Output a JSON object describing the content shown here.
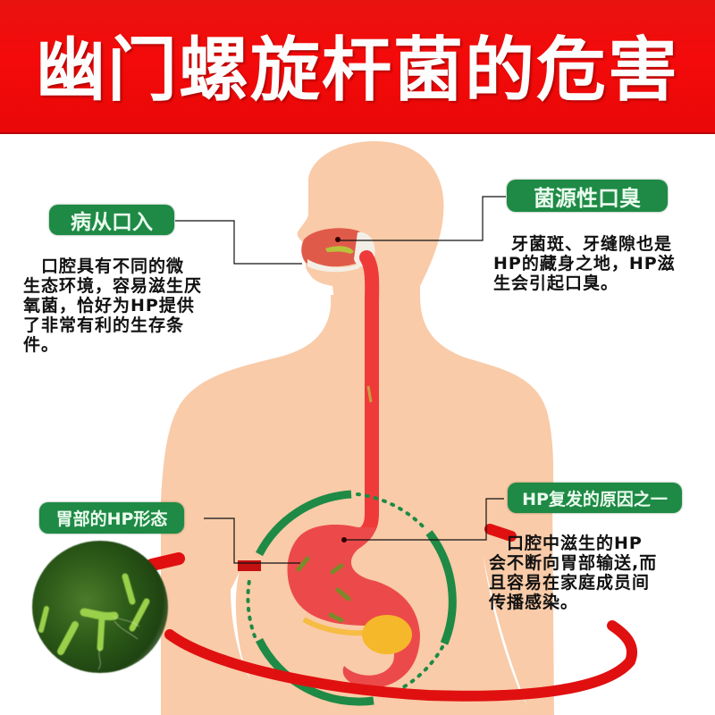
{
  "header": {
    "title": "幽门螺旋杆菌的危害",
    "background": "#f40a0a",
    "text_color": "#fdfdfd"
  },
  "colors": {
    "label_green": "#1e8a45",
    "skin": "#f9cba8",
    "esophagus_red": "#ef3a3a",
    "ring_green": "#1e8a45",
    "belt_red": "#e01010"
  },
  "callouts": [
    {
      "id": "mouth-entry",
      "label": "病从口入",
      "lines": [
        "　口腔具有不同的微",
        "生态环境，容易滋生厌",
        "氧菌，恰好为HP提供",
        "了非常有利的生存条",
        "件。"
      ]
    },
    {
      "id": "halitosis",
      "label": "菌源性口臭",
      "lines": [
        "　牙菌斑、牙缝隙也是",
        "HP的藏身之地，HP滋",
        "生会引起口臭。"
      ]
    },
    {
      "id": "recurrence",
      "label": "HP复发的原因之一",
      "lines": [
        "　口腔中滋生的HP",
        "会不断向胃部输送,而",
        "且容易在家庭成员间",
        "传播感染。"
      ]
    },
    {
      "id": "stomach-form",
      "label": "胃部的HP形态",
      "lines": []
    }
  ],
  "icons": {
    "human_body": "human-silhouette-icon",
    "stomach": "stomach-icon",
    "bacteria": "bacteria-icon",
    "microscope_view": "bacteria-microscope-icon"
  }
}
